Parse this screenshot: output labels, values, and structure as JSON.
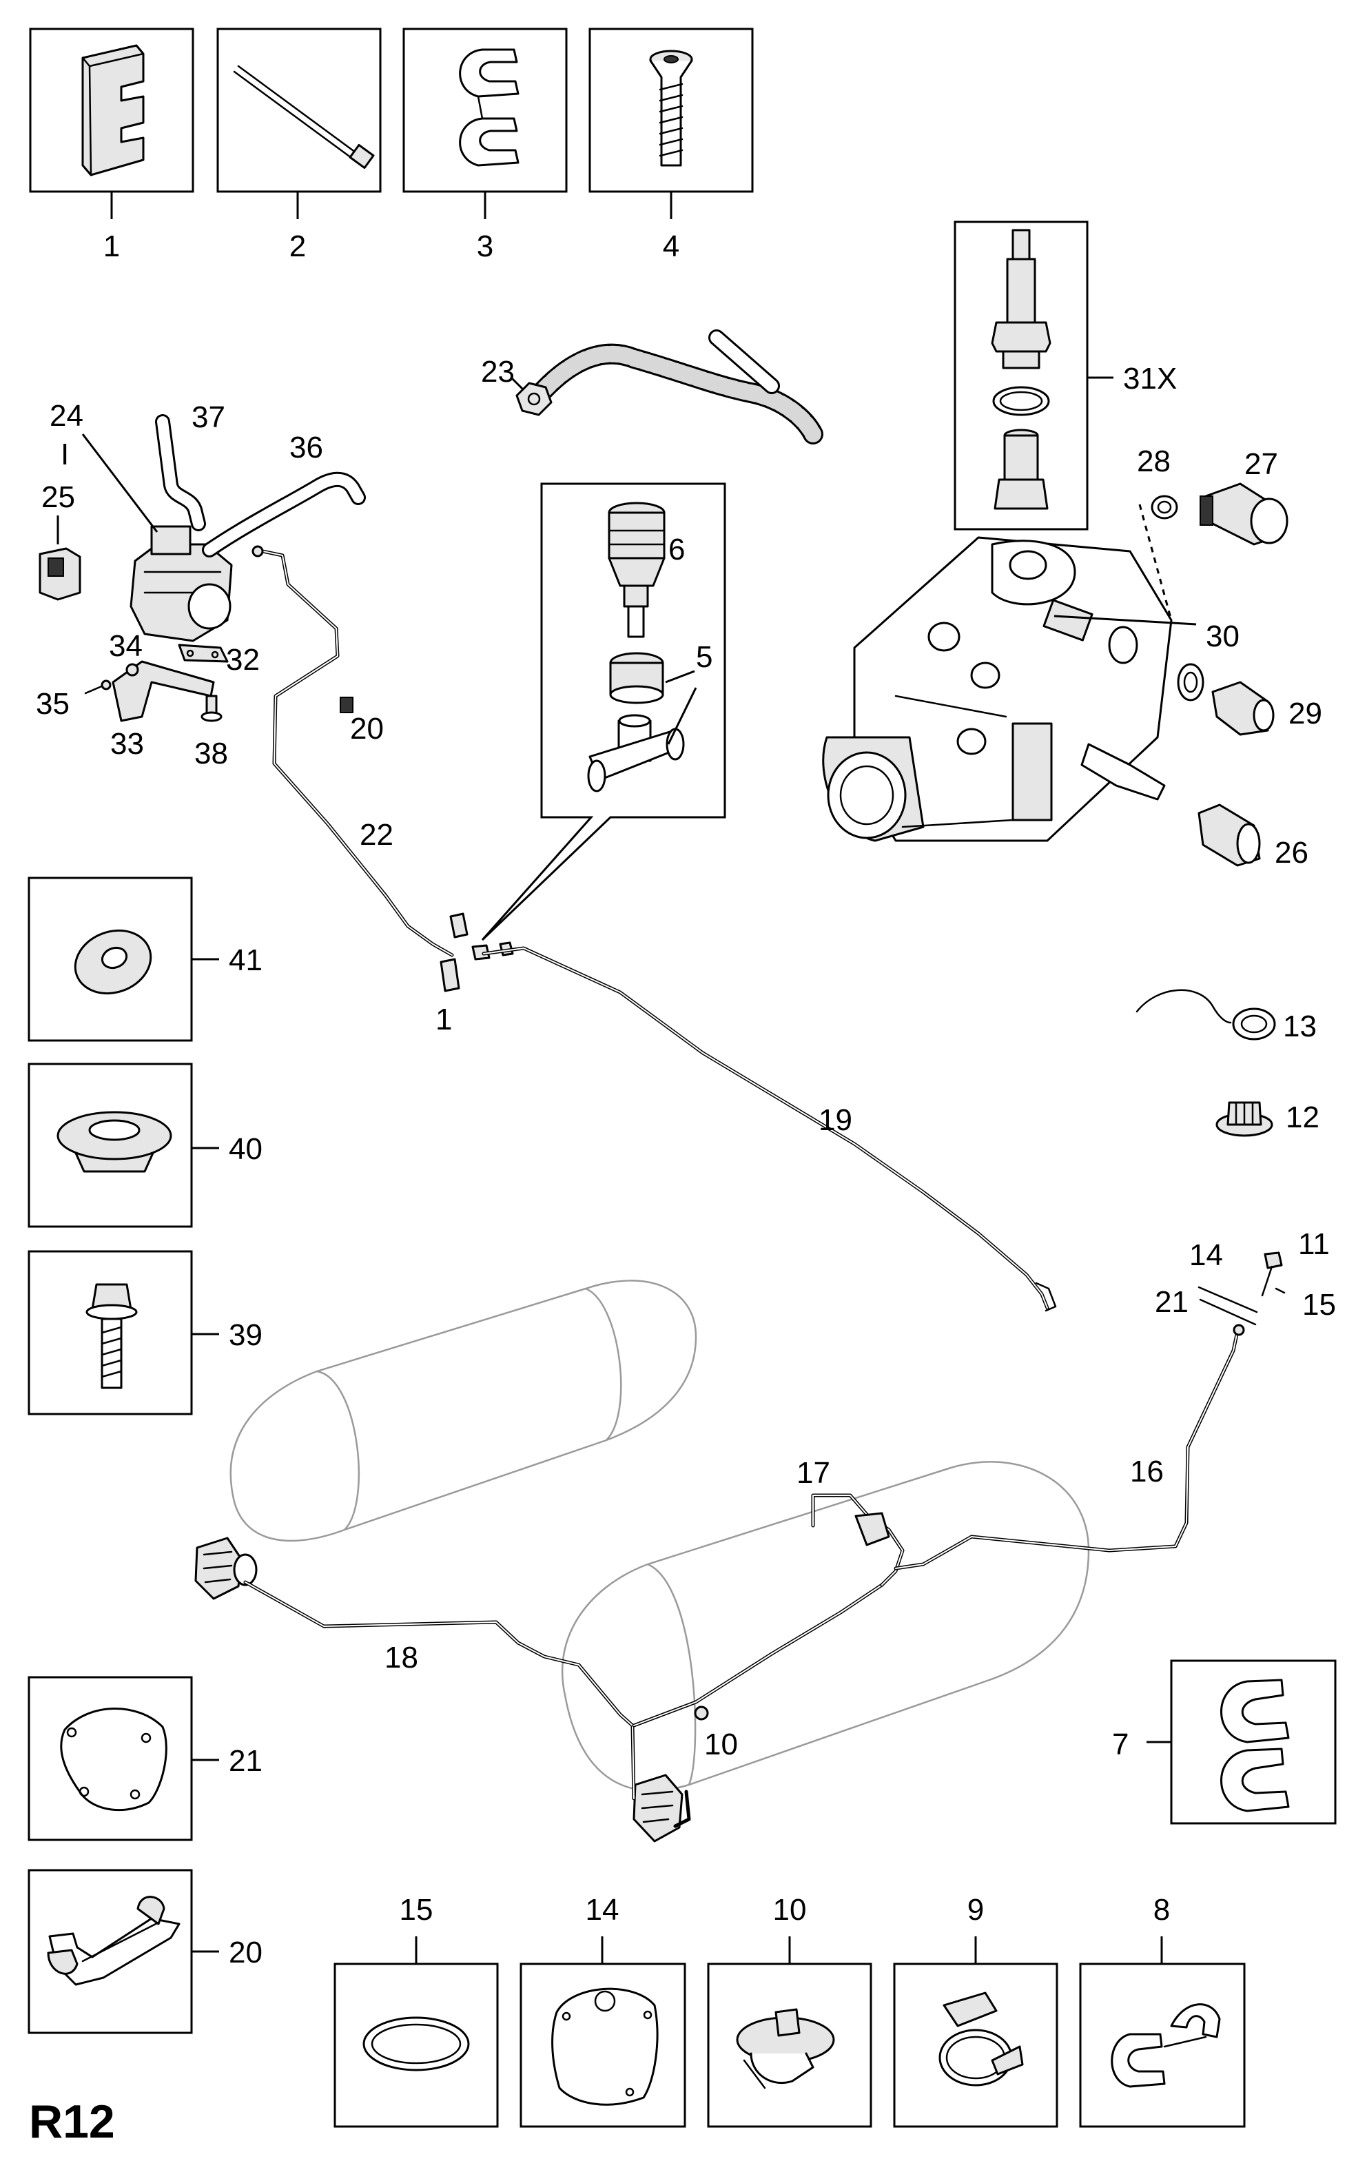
{
  "diagram": {
    "code": "R12",
    "labels": {
      "p1": "1",
      "p2": "2",
      "p3": "3",
      "p4": "4",
      "p5": "5",
      "p6": "6",
      "p7": "7",
      "p8": "8",
      "p9": "9",
      "p10": "10",
      "p11": "11",
      "p12": "12",
      "p13": "13",
      "p14": "14",
      "p15": "15",
      "p16": "16",
      "p17": "17",
      "p18": "18",
      "p19": "19",
      "p20": "20",
      "p21": "21",
      "p22": "22",
      "p23": "23",
      "p24": "24",
      "p24_tick": "I",
      "p25": "25",
      "p26": "26",
      "p27": "27",
      "p28": "28",
      "p29": "29",
      "p30": "30",
      "p31x": "31X",
      "p32": "32",
      "p33": "33",
      "p34": "34",
      "p35": "35",
      "p36": "36",
      "p37": "37",
      "p38": "38",
      "p39": "39",
      "p40": "40",
      "p41": "41"
    }
  }
}
